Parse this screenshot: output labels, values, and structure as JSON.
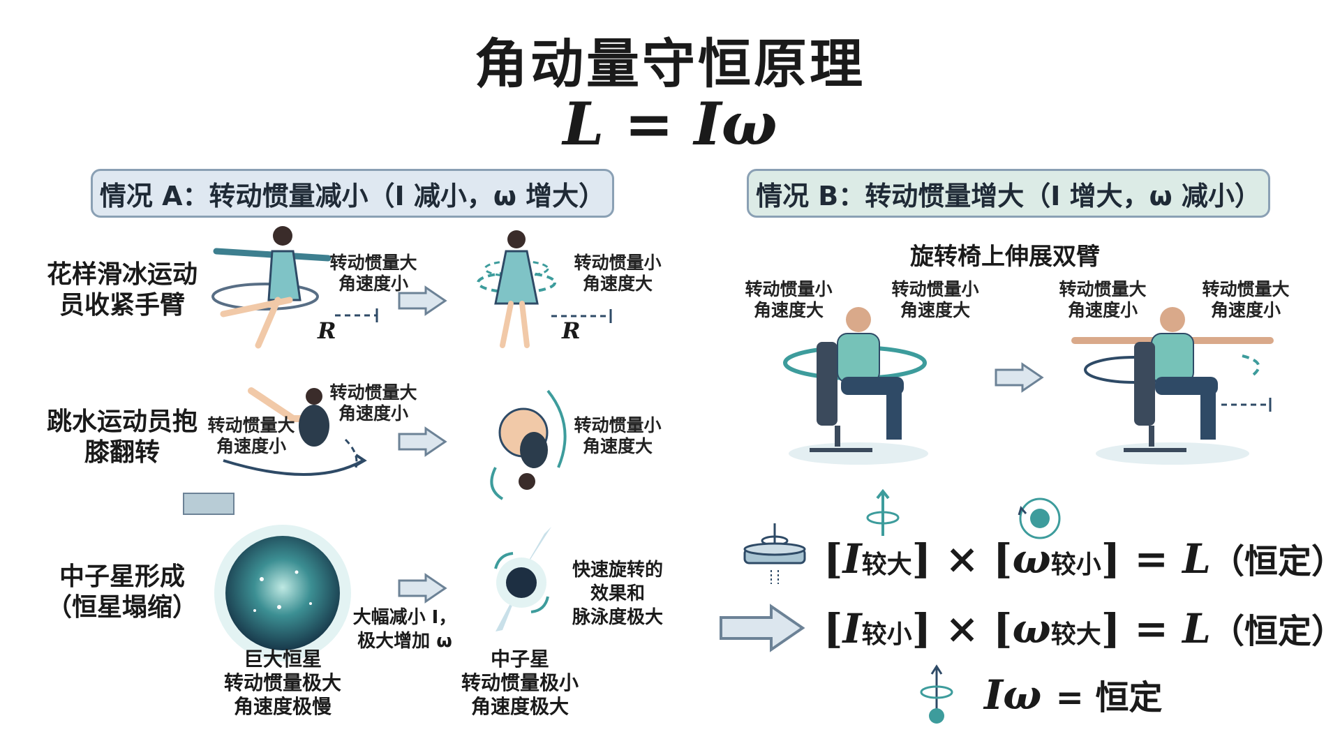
{
  "title": "角动量守恒原理",
  "formula": "L = Iω",
  "banner_a": "情况 A：转动惯量减小（I 减小，ω 增大）",
  "banner_b": "情况 B：转动惯量增大（I 增大，ω 减小）",
  "skater": {
    "label": "花样滑冰运动员收紧手臂",
    "left_note": "转动惯量大\n角速度小",
    "right_note": "转动惯量小\n角速度大",
    "radius_label": "R"
  },
  "diver": {
    "label": "跳水运动员抱膝翻转",
    "note_a": "转动惯量大\n角速度小",
    "note_b": "转动惯量大\n角速度小",
    "note_c": "转动惯量小\n角速度大"
  },
  "neutron": {
    "label": "中子星形成（恒星塌缩）",
    "star_caption": "巨大恒星\n转动惯量极大\n角速度极慢",
    "arrow_note": "大幅减小 I，\n极大增加 ω",
    "ns_caption": "中子星\n转动惯量极小\n角速度极大",
    "effect_note": "快速旋转的\n效果和\n脉泳度极大"
  },
  "chair": {
    "title": "旋转椅上伸展双臂",
    "n1": "转动惯量小\n角速度大",
    "n2": "转动惯量小\n角速度大",
    "n3": "转动惯量大\n角速度小",
    "n4": "转动惯量大\n角速度小"
  },
  "equations": {
    "eq1": {
      "I_sub": "较大",
      "w_sub": "较小",
      "rhs": "= L",
      "paren": "（恒定）"
    },
    "eq2": {
      "I_sub": "较小",
      "w_sub": "较大",
      "rhs": "= L",
      "paren": "（恒定）"
    },
    "eq3": {
      "lhs": "Iω",
      "rhs": "= 恒定"
    }
  },
  "colors": {
    "teal": "#3d9c9c",
    "navy": "#2e4a66",
    "arrow_fill": "#dce6ee",
    "arrow_stroke": "#6c8296"
  }
}
